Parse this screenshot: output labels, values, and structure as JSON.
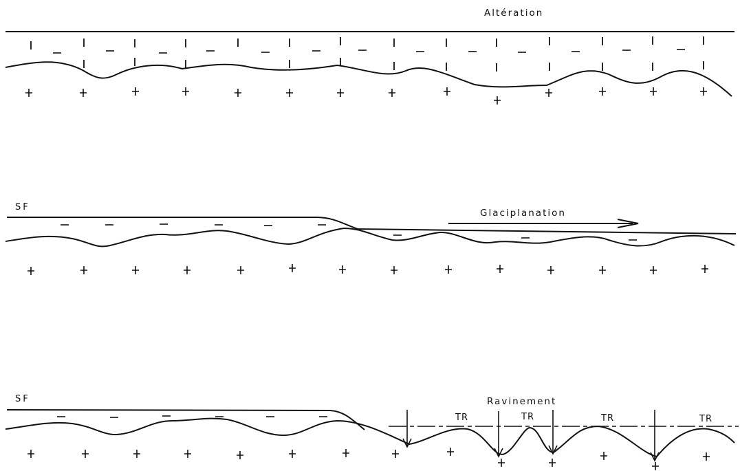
{
  "panels": [
    {
      "id": "alteration",
      "label": "Altération"
    },
    {
      "id": "glaciplanation",
      "label": "Glaciplanation",
      "surface_label": "SF"
    },
    {
      "id": "ravinement",
      "label": "Ravinement",
      "surface_label": "SF",
      "tr_label": "TR"
    }
  ],
  "colors": {
    "ink": "#111111",
    "background": "#ffffff"
  }
}
